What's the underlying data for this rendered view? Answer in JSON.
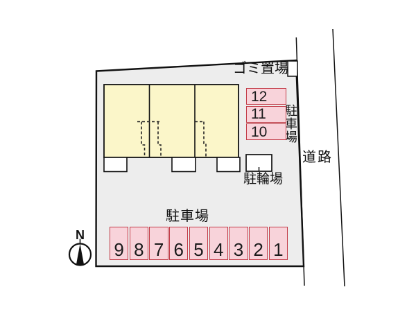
{
  "labels": {
    "garbage": "ゴミ置場",
    "road": "道路",
    "bicycle": "駐輪場",
    "compass_north": "N"
  },
  "parking_right": {
    "label": "駐車場",
    "numbers": [
      "12",
      "11",
      "10"
    ]
  },
  "parking_bottom": {
    "label": "駐車場",
    "numbers": [
      "9",
      "8",
      "7",
      "6",
      "5",
      "4",
      "3",
      "2",
      "1"
    ]
  },
  "building": {
    "unit_count": 3
  },
  "colors": {
    "site_fill": "#ededed",
    "building_fill": "#fbf6c9",
    "parking_space_fill": "#f8d3da",
    "parking_space_border": "#c23b47",
    "outline": "#111111"
  }
}
